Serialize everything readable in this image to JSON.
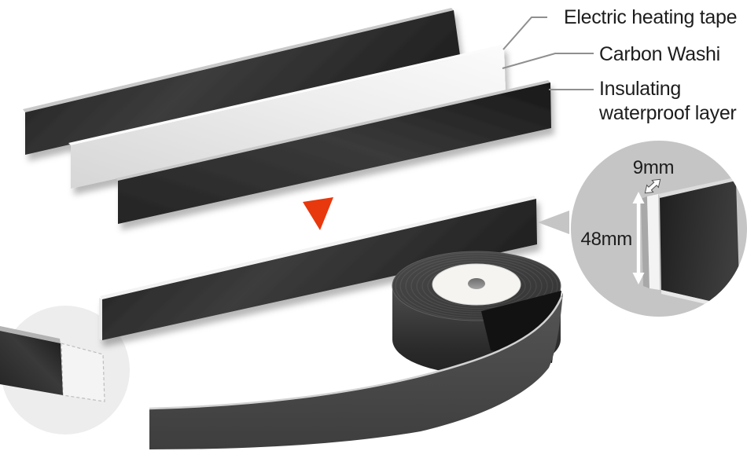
{
  "diagram": {
    "labels": {
      "electric_heating_tape": "Electric heating tape",
      "carbon_washi": "Carbon Washi",
      "insulating_line1": "Insulating",
      "insulating_line2": "waterproof layer"
    },
    "dimensions": {
      "thickness": "9mm",
      "width": "48mm"
    },
    "colors": {
      "accent_red": "#e8380d",
      "detail_circle": "#c5c5c5",
      "inset_circle": "#ededed",
      "label_text": "#1d1d1d",
      "leader_line": "#8f8f8f",
      "tape_dark": "#2d2d2d",
      "washi_white": "#f3f3f3"
    }
  }
}
